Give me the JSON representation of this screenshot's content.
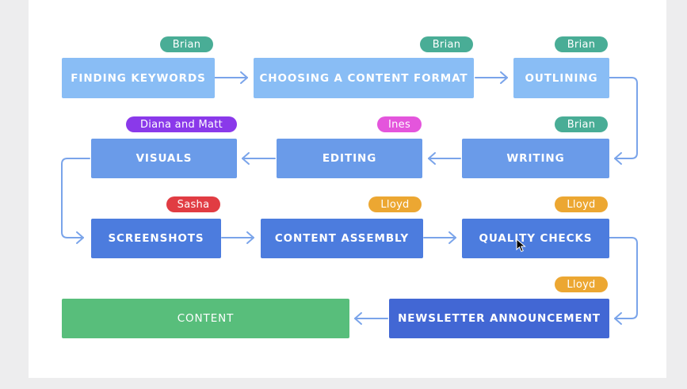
{
  "colors": {
    "row1": "#89bdf5",
    "row2": "#6a9be9",
    "row3": "#4c7cde",
    "row4": "#4267d4",
    "content": "#58be7b",
    "arrow": "#7aa4ea",
    "tag_green": "#49ad96",
    "tag_purple": "#8a39ea",
    "tag_pink": "#e455dc",
    "tag_red": "#e13c43",
    "tag_orange": "#eca732"
  },
  "steps": {
    "finding_keywords": "FINDING KEYWORDS",
    "choosing_format": "CHOOSING A CONTENT FORMAT",
    "outlining": "OUTLINING",
    "visuals": "VISUALS",
    "editing": "EDITING",
    "writing": "WRITING",
    "screenshots": "SCREENSHOTS",
    "content_assembly": "CONTENT ASSEMBLY",
    "quality_checks": "QUALITY CHECKS",
    "content": "CONTENT",
    "newsletter": "NEWSLETTER ANNOUNCEMENT"
  },
  "tags": {
    "finding_keywords": "Brian",
    "choosing_format": "Brian",
    "outlining": "Brian",
    "visuals": "Diana and Matt",
    "editing": "Ines",
    "writing": "Brian",
    "screenshots": "Sasha",
    "content_assembly": "Lloyd",
    "quality_checks": "Lloyd",
    "newsletter": "Lloyd"
  }
}
